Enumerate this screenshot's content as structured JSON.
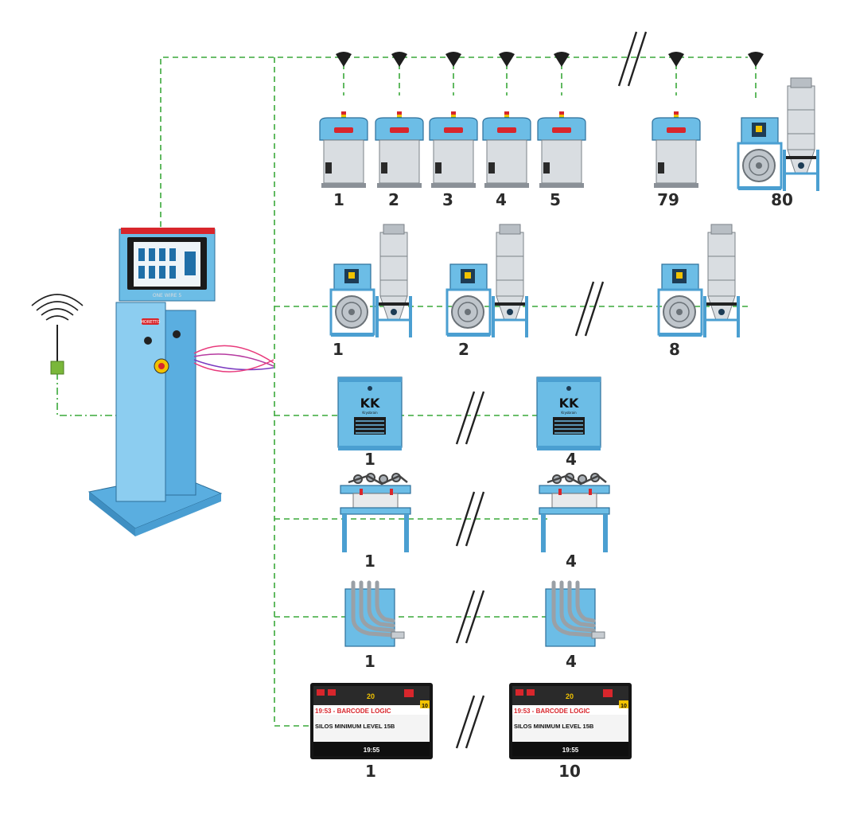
{
  "colors": {
    "link": "#3aa83a",
    "machine_blue": "#6cbde6",
    "steel": "#d9dde1",
    "accent_red": "#d8262c",
    "text": "#2b2b2b"
  },
  "icons": [
    "wifi-signal-icon",
    "sensor-node-icon",
    "stand-cabinet-icon",
    "network-node-icon",
    "loader-icon",
    "vacuum-pump-icon",
    "dryer-icon",
    "manifold-icon",
    "display-panel-icon"
  ],
  "controller": {
    "screen_caption": "ONE WIRE 5",
    "brand_badge": "MORETTO"
  },
  "rows": {
    "loaders": [
      "1",
      "2",
      "3",
      "4",
      "5",
      "79",
      "80"
    ],
    "pump_stations": [
      "1",
      "2",
      "8"
    ],
    "dryers": [
      "1",
      "4"
    ],
    "dryer_logo": "KK",
    "dryer_sublogo": "Kryobrain",
    "manifolds": [
      "1",
      "4"
    ],
    "stations": [
      "1",
      "4"
    ],
    "displays": [
      "1",
      "10"
    ]
  },
  "display_panel": {
    "top_counter": "20",
    "badge": "10",
    "alert_line": "19:53 - BARCODE LOGIC",
    "message": "SILOS MINIMUM LEVEL 15B",
    "clock": "19:55"
  }
}
